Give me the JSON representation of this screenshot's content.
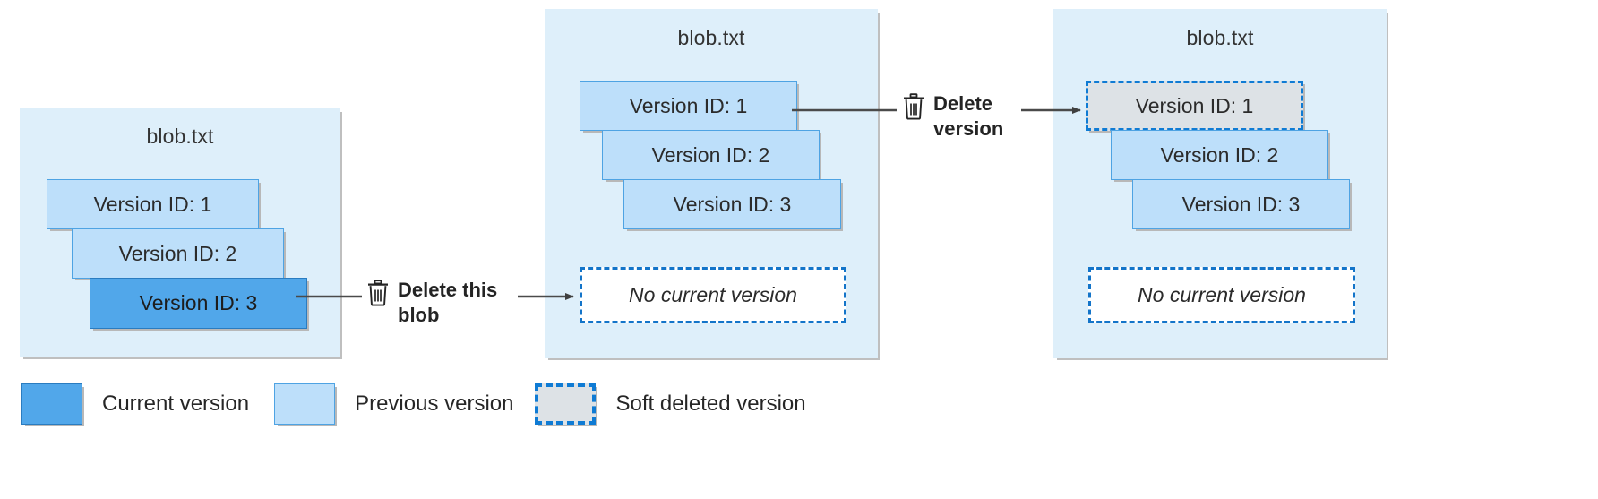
{
  "diagram": {
    "title_blob": "blob.txt",
    "panels": [
      {
        "id": "panel-1",
        "blob_name": "blob.txt",
        "versions": [
          {
            "label": "Version ID: 1",
            "state": "previous"
          },
          {
            "label": "Version ID: 2",
            "state": "previous"
          },
          {
            "label": "Version ID: 3",
            "state": "current"
          }
        ],
        "no_current_version": null
      },
      {
        "id": "panel-2",
        "blob_name": "blob.txt",
        "versions": [
          {
            "label": "Version ID: 1",
            "state": "previous"
          },
          {
            "label": "Version ID: 2",
            "state": "previous"
          },
          {
            "label": "Version ID: 3",
            "state": "previous"
          }
        ],
        "no_current_version": "No current version"
      },
      {
        "id": "panel-3",
        "blob_name": "blob.txt",
        "versions": [
          {
            "label": "Version ID: 1",
            "state": "soft-deleted"
          },
          {
            "label": "Version ID: 2",
            "state": "previous"
          },
          {
            "label": "Version ID: 3",
            "state": "previous"
          }
        ],
        "no_current_version": "No current version"
      }
    ],
    "connectors": [
      {
        "id": "connector-1",
        "label": "Delete this\nblob",
        "icon": "trash-icon"
      },
      {
        "id": "connector-2",
        "label": "Delete\nversion",
        "icon": "trash-icon"
      }
    ],
    "legend": [
      {
        "key": "current",
        "label": "Current version",
        "color": "#51a7ea"
      },
      {
        "key": "previous",
        "label": "Previous version",
        "color": "#bddffa"
      },
      {
        "key": "softdeleted",
        "label": "Soft deleted version",
        "color": "#dde2e6"
      }
    ]
  },
  "colors": {
    "panel_background": "#deeffa",
    "current_version": "#51a7ea",
    "previous_version": "#bddffa",
    "soft_deleted_version": "#dde2e6",
    "dashed_border": "#0f7bd4",
    "connector_line": "#4a4a4a",
    "text": "#262626"
  }
}
